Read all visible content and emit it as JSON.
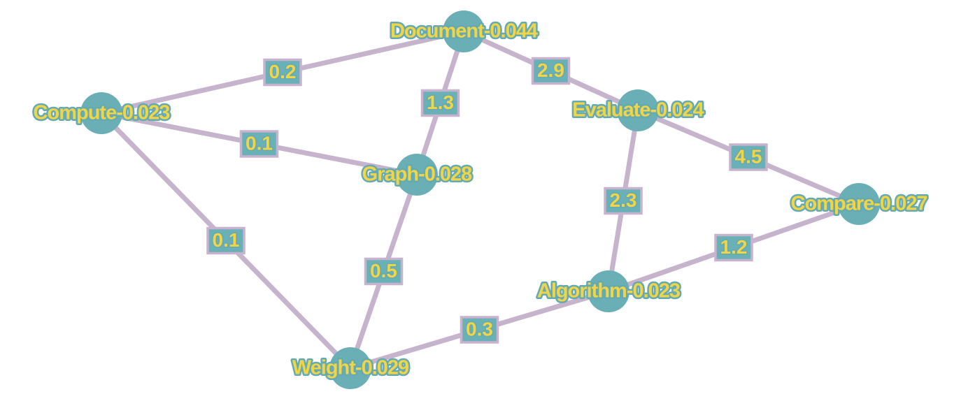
{
  "colors": {
    "edge": "#c6b3cc",
    "node_fill": "#6aafb6",
    "label_fill": "#f1d547",
    "label_outline": "#64aab3",
    "weight_box_fill": "#69b0b7",
    "weight_box_border": "#c8b3cf"
  },
  "nodes": [
    {
      "id": "document",
      "label": "Document-0.044"
    },
    {
      "id": "compute",
      "label": "Compute-0.023"
    },
    {
      "id": "evaluate",
      "label": "Evaluate-0.024"
    },
    {
      "id": "graph",
      "label": "Graph-0.028"
    },
    {
      "id": "compare",
      "label": "Compare-0.027"
    },
    {
      "id": "algorithm",
      "label": "Algorithm-0.023"
    },
    {
      "id": "weight",
      "label": "Weight-0.029"
    }
  ],
  "edges": [
    {
      "from": "compute",
      "to": "document",
      "weight": "0.2"
    },
    {
      "from": "document",
      "to": "evaluate",
      "weight": "2.9"
    },
    {
      "from": "document",
      "to": "graph",
      "weight": "1.3"
    },
    {
      "from": "compute",
      "to": "graph",
      "weight": "0.1"
    },
    {
      "from": "evaluate",
      "to": "compare",
      "weight": "4.5"
    },
    {
      "from": "evaluate",
      "to": "algorithm",
      "weight": "2.3"
    },
    {
      "from": "compute",
      "to": "weight",
      "weight": "0.1"
    },
    {
      "from": "graph",
      "to": "weight",
      "weight": "0.5"
    },
    {
      "from": "compare",
      "to": "algorithm",
      "weight": "1.2"
    },
    {
      "from": "weight",
      "to": "algorithm",
      "weight": "0.3"
    }
  ]
}
